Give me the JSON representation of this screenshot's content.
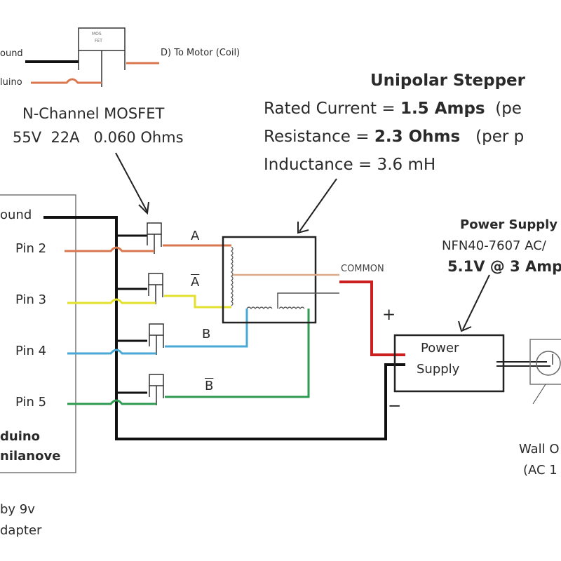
{
  "legend_mosfet": {
    "box_label_line1": "MOS",
    "box_label_line2": "FET",
    "ground_label": "ound",
    "arduino_label": "luino",
    "drain_label": "D) To Motor (Coil)"
  },
  "mosfet_spec": {
    "title": "N-Channel MOSFET",
    "ratings": "55V  22A   0.060 Ohms"
  },
  "stepper_spec": {
    "title": "Unipolar Stepper",
    "rated_current_label": "Rated Current = ",
    "rated_current_value": "1.5 Amps",
    "rated_current_suffix": "(pe",
    "resistance_label": "Resistance = ",
    "resistance_value": "2.3 Ohms",
    "resistance_suffix": "(per p",
    "inductance": "Inductance = 3.6 mH"
  },
  "arduino": {
    "ground_label": "ound",
    "pins": [
      "Pin 2",
      "Pin 3",
      "Pin 4",
      "Pin 5"
    ],
    "name_line1": "duino",
    "name_line2": "nilanove",
    "power_note_line1": "by 9v",
    "power_note_line2": "dapter"
  },
  "coils": {
    "a": "A",
    "a_bar": "A",
    "b": "B",
    "b_bar": "B",
    "common": "COMMON"
  },
  "power_supply": {
    "title": "Power Supply",
    "model": "NFN40-7607 AC/",
    "rating": "5.1V @ 3 Amp",
    "box_line1": "Power",
    "box_line2": "Supply",
    "plus": "+",
    "minus": "−"
  },
  "wall_outlet": {
    "line1": "Wall O",
    "line2": "(AC 1"
  },
  "colors": {
    "pin2": "#d9774f",
    "pin3": "#e4e02e",
    "pin4": "#4aa8d6",
    "pin5": "#2f9a52",
    "common": "#d9a98a",
    "positive": "#cc1f1f",
    "ground": "#111111"
  }
}
